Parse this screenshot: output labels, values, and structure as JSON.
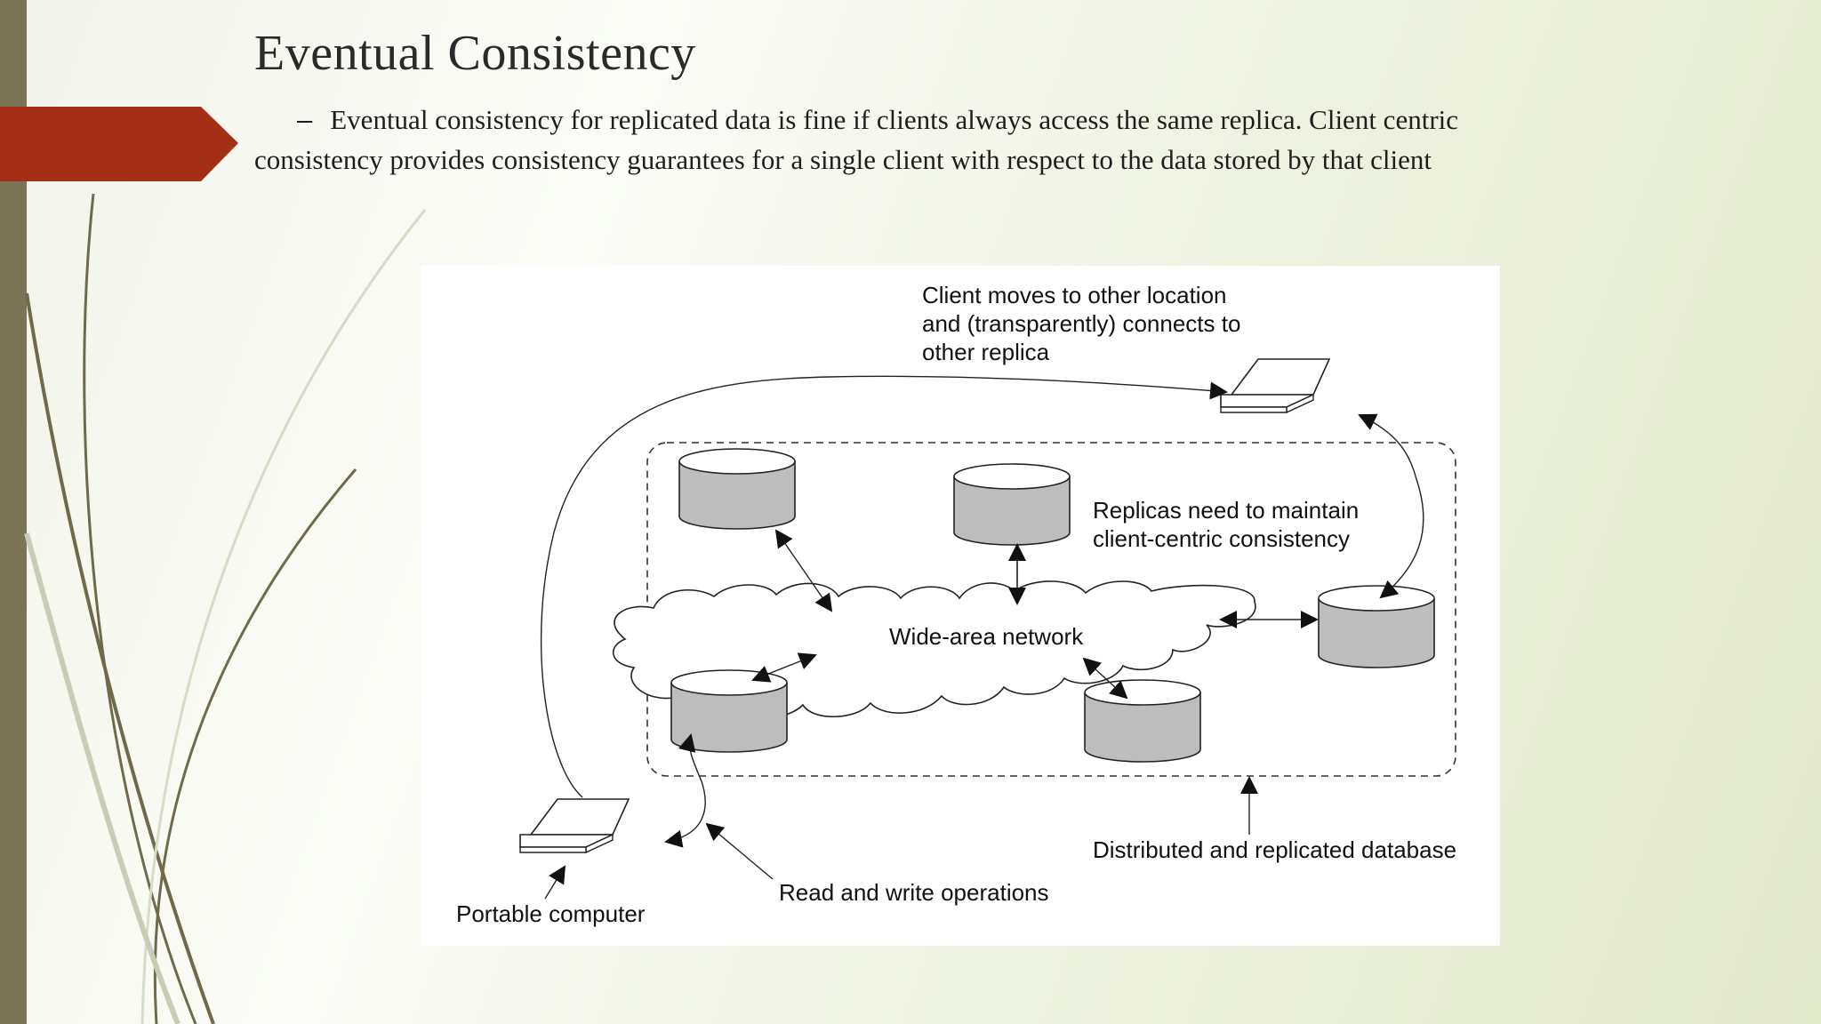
{
  "slide": {
    "title": "Eventual Consistency",
    "bullet_marker": "–",
    "body": "Eventual consistency for replicated data is fine if clients always access the same replica. Client centric consistency provides consistency guarantees for a single client with respect to the data stored by that client",
    "colors": {
      "accent_ribbon": "#a52e17",
      "side_bar": "#7b7456",
      "background": "#eef2e1",
      "replica_fill": "#bdbdbd"
    }
  },
  "diagram": {
    "labels": {
      "client_moves_1": "Client moves to other location",
      "client_moves_2": "and (transparently) connects to",
      "client_moves_3": "other replica",
      "replicas_1": "Replicas need to maintain",
      "replicas_2": "client-centric consistency",
      "network": "Wide-area network",
      "database": "Distributed and replicated database",
      "read_write": "Read and write operations",
      "portable": "Portable computer"
    },
    "icons": [
      "laptop-icon",
      "database-cylinder-icon",
      "cloud-icon"
    ]
  }
}
